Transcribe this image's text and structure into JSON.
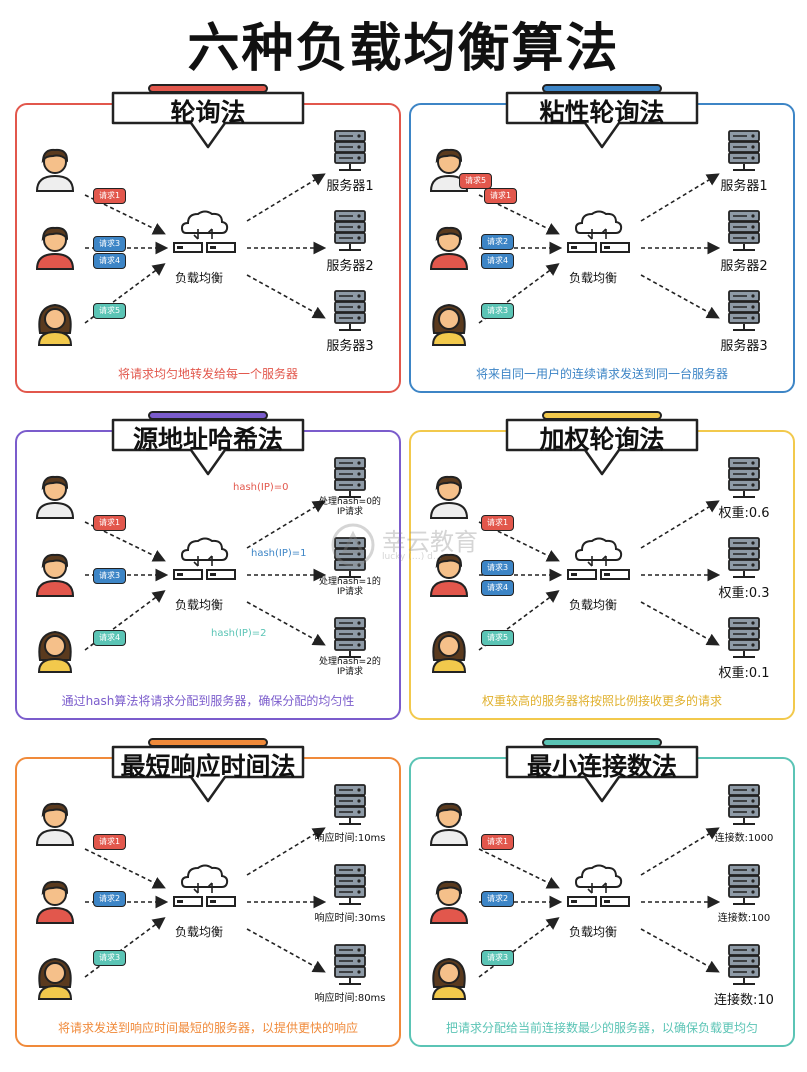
{
  "title": "六种负载均衡算法",
  "lb_label": "负载均衡",
  "colors": {
    "red": "#e2574c",
    "blue": "#3d85c6",
    "purple": "#7b5ccc",
    "yellow": "#f2c94c",
    "orange": "#f08a3a",
    "teal": "#5bc4b5"
  },
  "watermark": {
    "name": "幸云教育",
    "sub": "lucky (…) d…"
  },
  "panels": [
    {
      "title": "轮询法",
      "color": "#e2574c",
      "requests": [
        {
          "text": "请求1",
          "color": "#e2574c"
        },
        {
          "text": "请求3",
          "color": "#3d85c6"
        },
        {
          "text": "请求4",
          "color": "#3d85c6"
        },
        {
          "text": "请求5",
          "color": "#5bc4b5"
        }
      ],
      "servers": [
        "服务器1",
        "服务器2",
        "服务器3"
      ],
      "caption": "将请求均匀地转发给每一个服务器"
    },
    {
      "title": "粘性轮询法",
      "color": "#3d85c6",
      "requests": [
        {
          "text": "请求5",
          "color": "#e2574c"
        },
        {
          "text": "请求1",
          "color": "#e2574c"
        },
        {
          "text": "请求2",
          "color": "#3d85c6"
        },
        {
          "text": "请求4",
          "color": "#3d85c6"
        },
        {
          "text": "请求3",
          "color": "#5bc4b5"
        }
      ],
      "servers": [
        "服务器1",
        "服务器2",
        "服务器3"
      ],
      "caption": "将来自同一用户的连续请求发送到同一台服务器"
    },
    {
      "title": "源地址哈希法",
      "color": "#7b5ccc",
      "requests": [
        {
          "text": "请求1",
          "color": "#e2574c"
        },
        {
          "text": "请求3",
          "color": "#3d85c6"
        },
        {
          "text": "请求4",
          "color": "#5bc4b5"
        }
      ],
      "hashes": [
        {
          "text": "hash(IP)=0",
          "color": "#e2574c"
        },
        {
          "text": "hash(IP)=1",
          "color": "#3d85c6"
        },
        {
          "text": "hash(IP)=2",
          "color": "#5bc4b5"
        }
      ],
      "servers": [
        "处理hash=0的\nIP请求",
        "处理hash=1的\nIP请求",
        "处理hash=2的\nIP请求"
      ],
      "caption": "通过hash算法将请求分配到服务器，确保分配的均匀性"
    },
    {
      "title": "加权轮询法",
      "color": "#f2c94c",
      "requests": [
        {
          "text": "请求1",
          "color": "#e2574c"
        },
        {
          "text": "请求3",
          "color": "#3d85c6"
        },
        {
          "text": "请求4",
          "color": "#3d85c6"
        },
        {
          "text": "请求5",
          "color": "#5bc4b5"
        }
      ],
      "servers": [
        "权重:0.6",
        "权重:0.3",
        "权重:0.1"
      ],
      "caption": "权重较高的服务器将按照比例接收更多的请求"
    },
    {
      "title": "最短响应时间法",
      "color": "#f08a3a",
      "requests": [
        {
          "text": "请求1",
          "color": "#e2574c"
        },
        {
          "text": "请求2",
          "color": "#3d85c6"
        },
        {
          "text": "请求3",
          "color": "#5bc4b5"
        }
      ],
      "servers": [
        "响应时间:10ms",
        "响应时间:30ms",
        "响应时间:80ms"
      ],
      "caption": "将请求发送到响应时间最短的服务器，以提供更快的响应"
    },
    {
      "title": "最小连接数法",
      "color": "#5bc4b5",
      "requests": [
        {
          "text": "请求1",
          "color": "#e2574c"
        },
        {
          "text": "请求2",
          "color": "#3d85c6"
        },
        {
          "text": "请求3",
          "color": "#5bc4b5"
        }
      ],
      "servers": [
        "连接数:1000",
        "连接数:100",
        "连接数:10"
      ],
      "caption": "把请求分配给当前连接数最少的服务器，以确保负载更均匀"
    }
  ]
}
